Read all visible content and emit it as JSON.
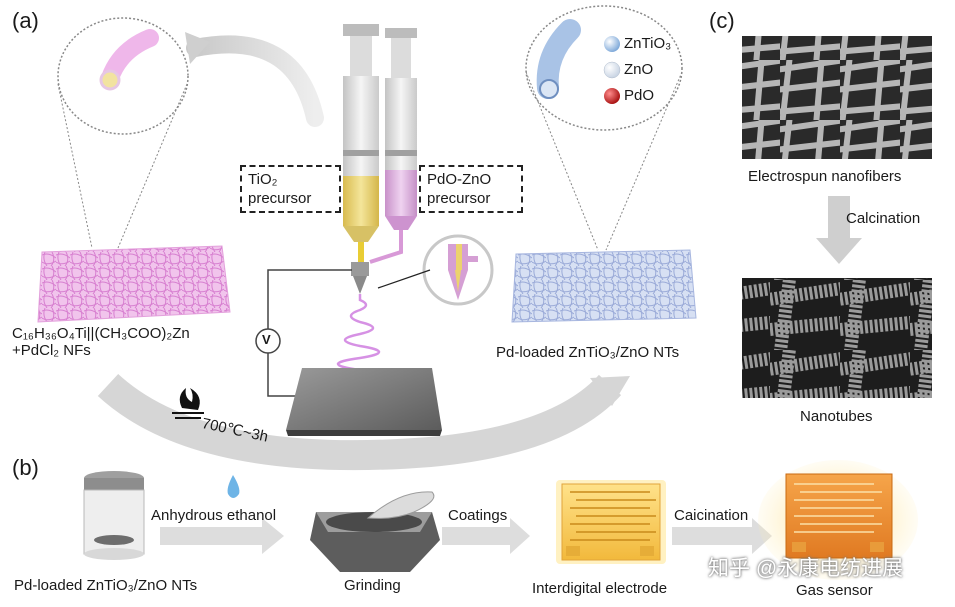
{
  "panels": {
    "a": "(a)",
    "b": "(b)",
    "c": "(c)"
  },
  "panel_a": {
    "tio2_box": [
      "TiO₂",
      "precursor"
    ],
    "pdo_box": [
      "PdO-ZnO",
      "precursor"
    ],
    "left_mat": [
      "C₁₆H₃₆O₄Ti||(CH₃COO)₂Zn",
      "+PdCl₂ NFs"
    ],
    "right_mat": "Pd-loaded ZnTiO₃/ZnO NTs",
    "legend": [
      "ZnTiO₃",
      "ZnO",
      "PdO"
    ],
    "voltmeter": "V",
    "heat": "700℃~3h",
    "colors": {
      "pink_fiber": "#e9a6e3",
      "blue_fiber": "#aebde2",
      "tio2": "#e6cf6a",
      "pdo": "#d9a9db",
      "legend_zntio3": "#a9c8ea",
      "legend_zno": "#e4ecf6",
      "legend_pdo": "#c31a1a"
    }
  },
  "panel_c": {
    "top": "Electrospun nanofibers",
    "arrow": "Calcination",
    "bottom": "Nanotubes"
  },
  "panel_b": {
    "steps": [
      {
        "name": "Pd-loaded ZnTiO₃/ZnO NTs"
      },
      {
        "arrow": "Anhydrous ethanol"
      },
      {
        "name": "Grinding"
      },
      {
        "arrow": "Coatings"
      },
      {
        "name": "Interdigital electrode"
      },
      {
        "arrow": "Caicination"
      },
      {
        "name": "Gas sensor"
      }
    ]
  },
  "watermark": "知乎 @永康电纺进展"
}
